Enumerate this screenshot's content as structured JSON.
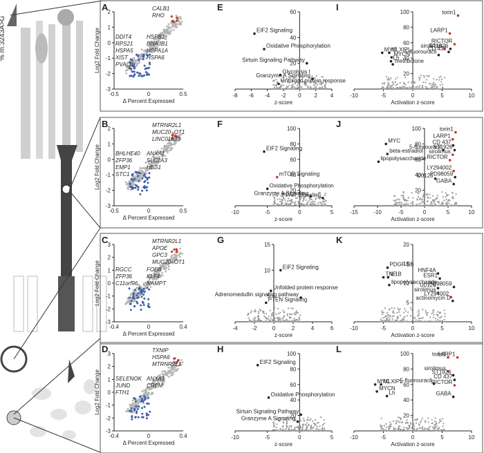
{
  "cell_gradient_label": "% m.3243A>G",
  "chart_data": [
    {
      "id": "A",
      "type": "scatter",
      "xlabel": "Δ Percent Expressed",
      "ylabel": "Log2 Fold Change",
      "xticks": [
        "-0.5",
        "0",
        "0.5"
      ],
      "yticks": [
        "2",
        "1",
        "0",
        "-1",
        "-2",
        "-3"
      ],
      "genes_top": [
        "CALB1",
        "RHO"
      ],
      "genes_bottom": [
        "DDIT4",
        "RPS21",
        "HSPA5",
        "XIST",
        "PVALB",
        "HSPB1",
        "DNAJB1",
        "HSPA1A",
        "HSPA6"
      ]
    },
    {
      "id": "B",
      "type": "scatter",
      "xlabel": "Δ Percent Expressed",
      "ylabel": "Log2 Fold Change",
      "xticks": [
        "-0.5",
        "0",
        "0.5"
      ],
      "yticks": [
        "2",
        "1",
        "0",
        "-1",
        "-2",
        "-3"
      ],
      "genes_top": [
        "MTRNR2L1",
        "MUC20−OT1",
        "LINC01833"
      ],
      "genes_bottom": [
        "BHLHE40",
        "ZFP36",
        "EMP1",
        "STC1",
        "ANXA1",
        "SLC2A3",
        "HES1"
      ]
    },
    {
      "id": "C",
      "type": "scatter",
      "xlabel": "Δ Percent Expressed",
      "ylabel": "Log2 Fold Change",
      "xticks": [
        "-0.4",
        "0",
        "0.4"
      ],
      "yticks": [
        "3",
        "2",
        "1",
        "0",
        "-1",
        "-2",
        "-3"
      ],
      "genes_top": [
        "MTRNR2L1",
        "APOE",
        "GPC3",
        "MUC20−OT1"
      ],
      "genes_bottom": [
        "RGCC",
        "ZFP36",
        "C11orf96",
        "FOSB",
        "KLF4",
        "NAMPT"
      ]
    },
    {
      "id": "D",
      "type": "scatter",
      "xlabel": "Δ Percent Expressed",
      "ylabel": "Log2 Fold Change",
      "xticks": [
        "-0.4",
        "0",
        "0.4"
      ],
      "yticks": [
        "3",
        "2",
        "1",
        "0",
        "-1",
        "-2",
        "-3"
      ],
      "genes_top": [
        "TXNIP",
        "HSPA6",
        "MTRNR2L1"
      ],
      "genes_bottom": [
        "SELENOK",
        "JUND",
        "FTH1",
        "ANXA1",
        "CREM"
      ]
    },
    {
      "id": "E",
      "type": "scatter",
      "xlabel": "z-score",
      "xlim": [
        -8,
        4
      ],
      "ylim": [
        0,
        60
      ],
      "xticks": [
        "-8",
        "-6",
        "-4",
        "-2",
        "0",
        "2",
        "4"
      ],
      "yticks": [
        "60",
        "40",
        "20"
      ],
      "points": [
        {
          "label": "EIF2 Signaling",
          "x": -5.6,
          "y": 43
        },
        {
          "label": "Oxidative Phosphorylation",
          "x": -4.4,
          "y": 31
        },
        {
          "label": "Sirtuin Signaling Pathway",
          "x": 0.9,
          "y": 20
        },
        {
          "label": "Glycolysis I",
          "x": -2.4,
          "y": 11
        },
        {
          "label": "Granzyme A Signaling",
          "x": 1.6,
          "y": 8
        },
        {
          "label": "Unfolded protein response",
          "x": -2.6,
          "y": 4
        }
      ]
    },
    {
      "id": "F",
      "type": "scatter",
      "xlabel": "z-score",
      "xlim": [
        -10,
        5
      ],
      "ylim": [
        0,
        100
      ],
      "xticks": [
        "-10",
        "-5",
        "0",
        "5"
      ],
      "yticks": [
        "100",
        "80",
        "60",
        "40",
        "20"
      ],
      "points": [
        {
          "label": "EIF2 Signaling",
          "x": -5.5,
          "y": 70,
          "color": "#222"
        },
        {
          "label": "mTOR Signaling",
          "x": -3.5,
          "y": 37,
          "color": "#c0392b"
        },
        {
          "label": "Oxidative Phosphorylation",
          "x": -5.0,
          "y": 22,
          "color": "#222"
        },
        {
          "label": "Granzyme A Signaling",
          "x": 1.7,
          "y": 12,
          "color": "#222"
        },
        {
          "label": "PPAR Signaling",
          "x": 3.6,
          "y": 10,
          "color": "#222"
        }
      ]
    },
    {
      "id": "G",
      "type": "scatter",
      "xlabel": "z-score",
      "xlim": [
        -4,
        6
      ],
      "ylim": [
        0,
        15
      ],
      "xticks": [
        "-4",
        "-2",
        "0",
        "2",
        "4",
        "6"
      ],
      "yticks": [
        "15",
        "10",
        "5"
      ],
      "points": [
        {
          "label": "EIF2 Signaling",
          "x": 0.7,
          "y": 10
        },
        {
          "label": "Unfolded protein response",
          "x": -0.3,
          "y": 6
        },
        {
          "label": "Adrenomedullin signaling pathway",
          "x": 2.8,
          "y": 4.7
        },
        {
          "label": "PTEN Signaling",
          "x": -0.8,
          "y": 3.7
        }
      ]
    },
    {
      "id": "H",
      "type": "scatter",
      "xlabel": "z-score",
      "xlim": [
        -10,
        5
      ],
      "ylim": [
        0,
        100
      ],
      "xticks": [
        "-10",
        "-5",
        "0",
        "5"
      ],
      "yticks": [
        "100",
        "80",
        "60",
        "40",
        "20"
      ],
      "points": [
        {
          "label": "EIF2 Signaling",
          "x": -6.5,
          "y": 85
        },
        {
          "label": "Oxidative Phosphorylation",
          "x": -4.8,
          "y": 43
        },
        {
          "label": "Sirtuin Signaling Pathway",
          "x": 0.2,
          "y": 21
        },
        {
          "label": "Granzyme A Signaling",
          "x": -0.3,
          "y": 12
        }
      ]
    },
    {
      "id": "I",
      "type": "scatter",
      "xlabel": "Activation z-score",
      "xlim": [
        -10,
        10
      ],
      "ylim": [
        0,
        100
      ],
      "xticks": [
        "-10",
        "-5",
        "0",
        "5",
        "10"
      ],
      "yticks": [
        "100",
        "80",
        "60",
        "40",
        "20"
      ],
      "points": [
        {
          "label": "torin1",
          "x": 7.7,
          "y": 95,
          "color": "#c0392b"
        },
        {
          "label": "LARP1",
          "x": 6.3,
          "y": 72,
          "color": "#c0392b"
        },
        {
          "label": "RICTOR",
          "x": 7.1,
          "y": 58,
          "color": "#c0392b"
        },
        {
          "label": "sirolimus",
          "x": 5.4,
          "y": 52,
          "color": "#c0392b"
        },
        {
          "label": "CD 437",
          "x": 6.1,
          "y": 48,
          "color": "#222"
        },
        {
          "label": "ST1926",
          "x": 6.4,
          "y": 52,
          "color": "#222"
        },
        {
          "label": "5-fluorouracil",
          "x": 4.4,
          "y": 44,
          "color": "#222"
        },
        {
          "label": "MYC",
          "x": -5.2,
          "y": 47,
          "color": "#222"
        },
        {
          "label": "MLXIPL",
          "x": -4.0,
          "y": 47,
          "color": "#222"
        },
        {
          "label": "MYCN",
          "x": -3.6,
          "y": 41,
          "color": "#222"
        },
        {
          "label": "Lh",
          "x": -3.7,
          "y": 36,
          "color": "#222"
        },
        {
          "label": "metribolone",
          "x": -3.4,
          "y": 32,
          "color": "#222"
        }
      ]
    },
    {
      "id": "J",
      "type": "scatter",
      "xlabel": "Activation z-score",
      "xlim": [
        -15,
        10
      ],
      "ylim": [
        0,
        100
      ],
      "xticks": [
        "-15",
        "-10",
        "-5",
        "0",
        "5",
        "10"
      ],
      "yticks": [
        "100",
        "80",
        "60",
        "40",
        "20"
      ],
      "points": [
        {
          "label": "torin1",
          "x": 6.6,
          "y": 95,
          "color": "#c0392b"
        },
        {
          "label": "LARP1",
          "x": 6.0,
          "y": 86,
          "color": "#c0392b"
        },
        {
          "label": "CD 437",
          "x": 6.1,
          "y": 78,
          "color": "#222"
        },
        {
          "label": "5-fluorouracil",
          "x": 4.0,
          "y": 72,
          "color": "#222"
        },
        {
          "label": "ST1926",
          "x": 6.4,
          "y": 72,
          "color": "#222"
        },
        {
          "label": "sirolimus",
          "x": 6.0,
          "y": 66,
          "color": "#c0392b"
        },
        {
          "label": "RICTOR",
          "x": 5.4,
          "y": 59,
          "color": "#c0392b"
        },
        {
          "label": "LY294002",
          "x": 6.2,
          "y": 45,
          "color": "#c0392b"
        },
        {
          "label": "PD98059",
          "x": 6.5,
          "y": 37,
          "color": "#222"
        },
        {
          "label": "GABA",
          "x": 6.2,
          "y": 28,
          "color": "#222"
        },
        {
          "label": "U0126",
          "x": 2.3,
          "y": 35,
          "color": "#222"
        },
        {
          "label": "MYC",
          "x": -8.2,
          "y": 80,
          "color": "#222"
        },
        {
          "label": "beta-estradiol",
          "x": -7.9,
          "y": 67,
          "color": "#222"
        },
        {
          "label": "lipopolysaccharide",
          "x": -9.8,
          "y": 57,
          "color": "#222"
        }
      ]
    },
    {
      "id": "K",
      "type": "scatter",
      "xlabel": "Activation z-score",
      "xlim": [
        -10,
        10
      ],
      "ylim": [
        0,
        20
      ],
      "xticks": [
        "-10",
        "-5",
        "0",
        "5",
        "10"
      ],
      "yticks": [
        "20",
        "15",
        "10",
        "5"
      ],
      "points": [
        {
          "label": "PDGF BB",
          "x": -4.3,
          "y": 14,
          "color": "#222"
        },
        {
          "label": "TNF",
          "x": -5.0,
          "y": 11.5,
          "color": "#222"
        },
        {
          "label": "IL1B",
          "x": -4.2,
          "y": 11.5,
          "color": "#222"
        },
        {
          "label": "lipopolysaccharide",
          "x": -4.0,
          "y": 9.5,
          "color": "#222"
        },
        {
          "label": "HNF4A",
          "x": 4.3,
          "y": 12.5,
          "color": "#222"
        },
        {
          "label": "ESR1",
          "x": 4.6,
          "y": 11.2,
          "color": "#222"
        },
        {
          "label": "U0126",
          "x": 4.3,
          "y": 8.7,
          "color": "#222"
        },
        {
          "label": "PD98059",
          "x": 7.0,
          "y": 9.0,
          "color": "#222"
        },
        {
          "label": "sirolimus",
          "x": 4.3,
          "y": 7.5,
          "color": "#c0392b"
        },
        {
          "label": "LY294002",
          "x": 6.5,
          "y": 6.4,
          "color": "#c0392b"
        },
        {
          "label": "actinomycin D",
          "x": 6.8,
          "y": 5.4,
          "color": "#222"
        }
      ]
    },
    {
      "id": "L",
      "type": "scatter",
      "xlabel": "Activation z-score",
      "xlim": [
        -10,
        10
      ],
      "ylim": [
        0,
        100
      ],
      "xticks": [
        "-10",
        "-5",
        "0",
        "5",
        "10"
      ],
      "yticks": [
        "100",
        "80",
        "60",
        "40",
        "20"
      ],
      "points": [
        {
          "label": "torin1",
          "x": 6.0,
          "y": 95,
          "color": "#c0392b"
        },
        {
          "label": "LARP1",
          "x": 7.6,
          "y": 95,
          "color": "#c0392b"
        },
        {
          "label": "sirolimus",
          "x": 6.0,
          "y": 77,
          "color": "#c0392b"
        },
        {
          "label": "ST1926",
          "x": 6.9,
          "y": 72,
          "color": "#222"
        },
        {
          "label": "CD 437",
          "x": 7.1,
          "y": 66,
          "color": "#222"
        },
        {
          "label": "5-fluorouracil",
          "x": 3.6,
          "y": 61,
          "color": "#222"
        },
        {
          "label": "RICTOR",
          "x": 7.1,
          "y": 59,
          "color": "#c0392b"
        },
        {
          "label": "GABA",
          "x": 6.9,
          "y": 44,
          "color": "#222"
        },
        {
          "label": "MYC",
          "x": -6.4,
          "y": 60,
          "color": "#222"
        },
        {
          "label": "MLXIPL",
          "x": -5.4,
          "y": 60,
          "color": "#222"
        },
        {
          "label": "MYCN",
          "x": -6.1,
          "y": 51,
          "color": "#222"
        },
        {
          "label": "Lh",
          "x": -4.4,
          "y": 45,
          "color": "#222"
        }
      ]
    }
  ]
}
